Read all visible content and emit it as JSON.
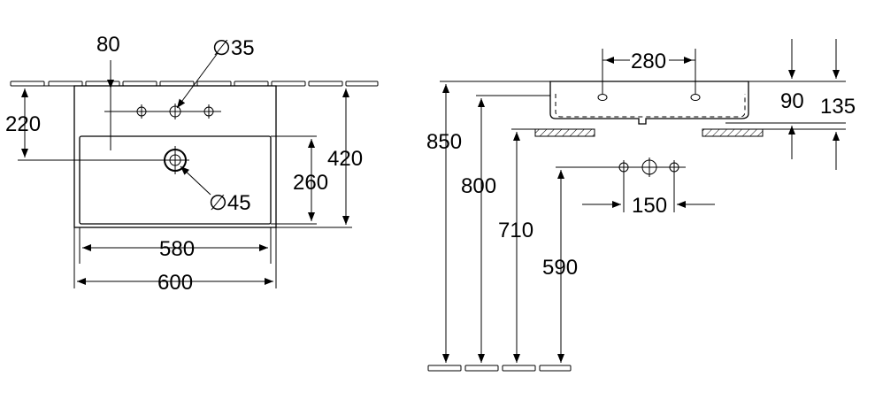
{
  "plan_view": {
    "dim_tap_offset": "80",
    "dim_tap_hole": "35",
    "dim_depth_to_drain": "220",
    "dim_drain": "45",
    "dim_bowl_depth": "260",
    "dim_total_depth": "420",
    "dim_bowl_width": "580",
    "dim_total_width": "600"
  },
  "side_view": {
    "dim_tap_spacing": "280",
    "dim_rim_height": "90",
    "dim_total_height": "135",
    "dim_height_850": "850",
    "dim_height_800": "800",
    "dim_height_710": "710",
    "dim_height_590": "590",
    "dim_outlet_spacing": "150"
  },
  "diameter_symbol": "∅"
}
